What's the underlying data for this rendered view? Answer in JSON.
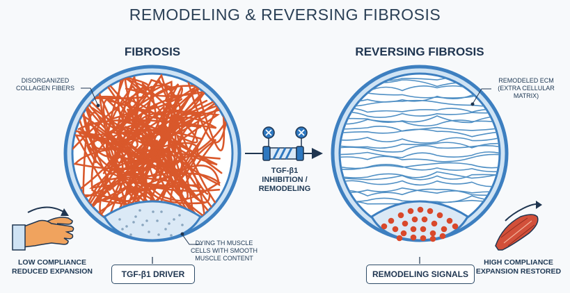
{
  "title": "REMODELING & REVERSING FIBROSIS",
  "left_panel": {
    "heading": "FIBROSIS",
    "callout_fibers": "DISORGANIZED\nCOLLAGEN FIBERS",
    "callout_cells": "DYING TH MUSCLE\nCELLS WITH SMOOTH\nMUSCLE CONTENT",
    "driver_box": "TGF-β1 DRIVER",
    "compliance": "LOW COMPLIANCE\nREDUCED EXPANSION"
  },
  "center": {
    "label": "TGF-β1\nINHIBITION /\nREMODELING"
  },
  "right_panel": {
    "heading": "REVERSING FIBROSIS",
    "callout_ecm": "REMODELED ECM\n(EXTRA CELLULAR\nMATRIX)",
    "signals_box": "REMODELING SIGNALS",
    "compliance": "HIGH COMPLIANCE\nEXPANSION RESTORED"
  },
  "colors": {
    "ring_blue": "#3d7fc0",
    "ring_light": "#bcd7ee",
    "fiber_orange": "#d9582b",
    "fiber_blue": "#4f8fc4",
    "dot_red": "#d9482b",
    "hand_orange": "#f0a35e",
    "muscle_red": "#d2503a"
  },
  "icons": [
    "inhibit-x-icon",
    "syringe-icon",
    "right-arrow-icon",
    "hand-icon",
    "curved-arrow-icon",
    "muscle-icon"
  ]
}
